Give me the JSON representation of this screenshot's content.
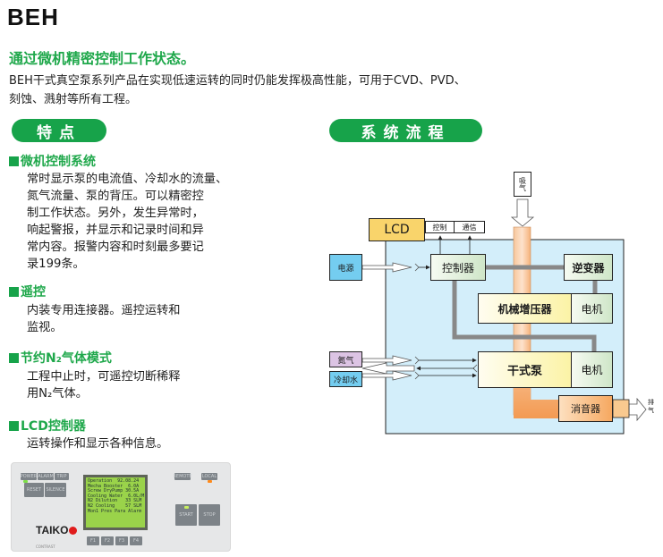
{
  "header": {
    "title": "BEH",
    "subtitle": "通过微机精密控制工作状态。",
    "intro_line1": "BEH干式真空泵系列产品在实现低速运转的同时仍能发挥极高性能，可用于CVD、PVD、",
    "intro_line2": "刻蚀、溅射等所有工程。"
  },
  "features": {
    "label": "特点",
    "sections": [
      {
        "heading": "微机控制系统",
        "lines": [
          "常时显示泵的电流值、冷却水的流量、",
          "氮气流量、泵的背压。可以精密控",
          "制工作状态。另外，发生异常时，",
          "响起警报，并显示和记录时间和异",
          "常内容。报警内容和时刻最多要记",
          "录199条。"
        ]
      },
      {
        "heading": "遥控",
        "lines": [
          "内装专用连接器。遥控运转和",
          "监视。"
        ]
      },
      {
        "heading": "节约N₂气体模式",
        "lines": [
          "工程中止时，可遥控切断稀释",
          "用N₂气体。"
        ]
      },
      {
        "heading": "LCD控制器",
        "lines": [
          "运转操作和显示各种信息。"
        ]
      }
    ]
  },
  "panel": {
    "buttons": {
      "power": "POWER",
      "alarm": "ALARM",
      "trip": "TRIP",
      "reset": "RESET",
      "silence": "SILENCE",
      "remote": "REMOTE",
      "local": "LOCAL",
      "start": "START",
      "stop": "STOP",
      "f1": "F1",
      "f2": "F2",
      "f3": "F3",
      "f4": "F4"
    },
    "screen_lines": [
      "Operation  92.08.24",
      "Mecha Booster  6.0A",
      "Screw DryPump 30.5A",
      "Cooling Water  6.0L/M",
      "N2 Dilution   33 SLM",
      "N2 Cooling    57 SLM",
      "",
      "Mon1 Pres Para Alarm"
    ],
    "logo": "TAIKO",
    "ce_mark": "CONTRAST"
  },
  "flow": {
    "label": "系统流程",
    "nodes": {
      "lcd": "LCD",
      "control": "控制",
      "comm": "通信",
      "intake": "吸气",
      "power": "电源",
      "controller": "控制器",
      "inverter": "逆变器",
      "booster": "机械增压器",
      "motor1": "电机",
      "nitrogen": "氮气",
      "cooling_water": "冷却水",
      "dry_pump": "干式泵",
      "motor2": "电机",
      "silencer": "消音器",
      "exhaust": "排气"
    },
    "colors": {
      "system_bg": "#d3eefa",
      "lcd": "#f9d46b",
      "power_box": "#74cdf0",
      "nitrogen_box": "#dcc4e4",
      "cooling_box": "#74cdf0",
      "gas_path": "#f6b27a",
      "connector": "#888888",
      "accent_green": "#17a34a"
    }
  }
}
